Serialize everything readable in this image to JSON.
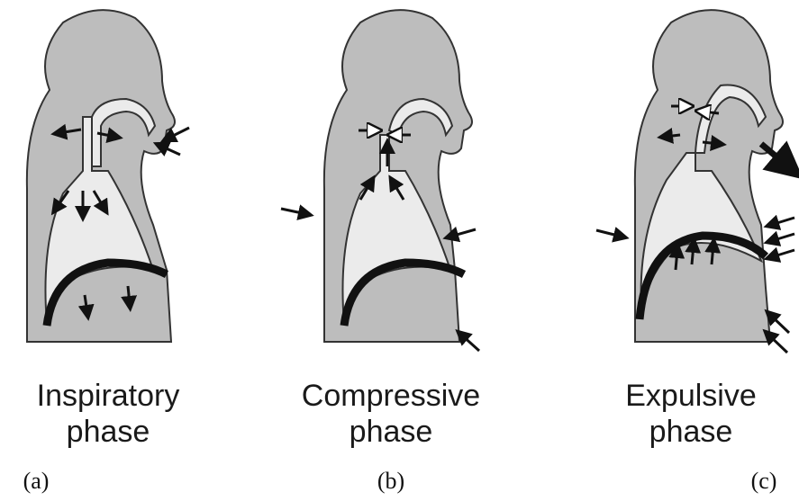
{
  "panels": [
    {
      "line1": "Inspiratory",
      "line2": "phase",
      "tag": "(a)"
    },
    {
      "line1": "Compressive",
      "line2": "phase",
      "tag": "(b)"
    },
    {
      "line1": "Expulsive",
      "line2": "phase",
      "tag": "(c)"
    }
  ],
  "colors": {
    "body_fill": "#bdbdbd",
    "air_fill": "#ebebeb",
    "outline": "#333333",
    "diaphragm": "#111111"
  }
}
